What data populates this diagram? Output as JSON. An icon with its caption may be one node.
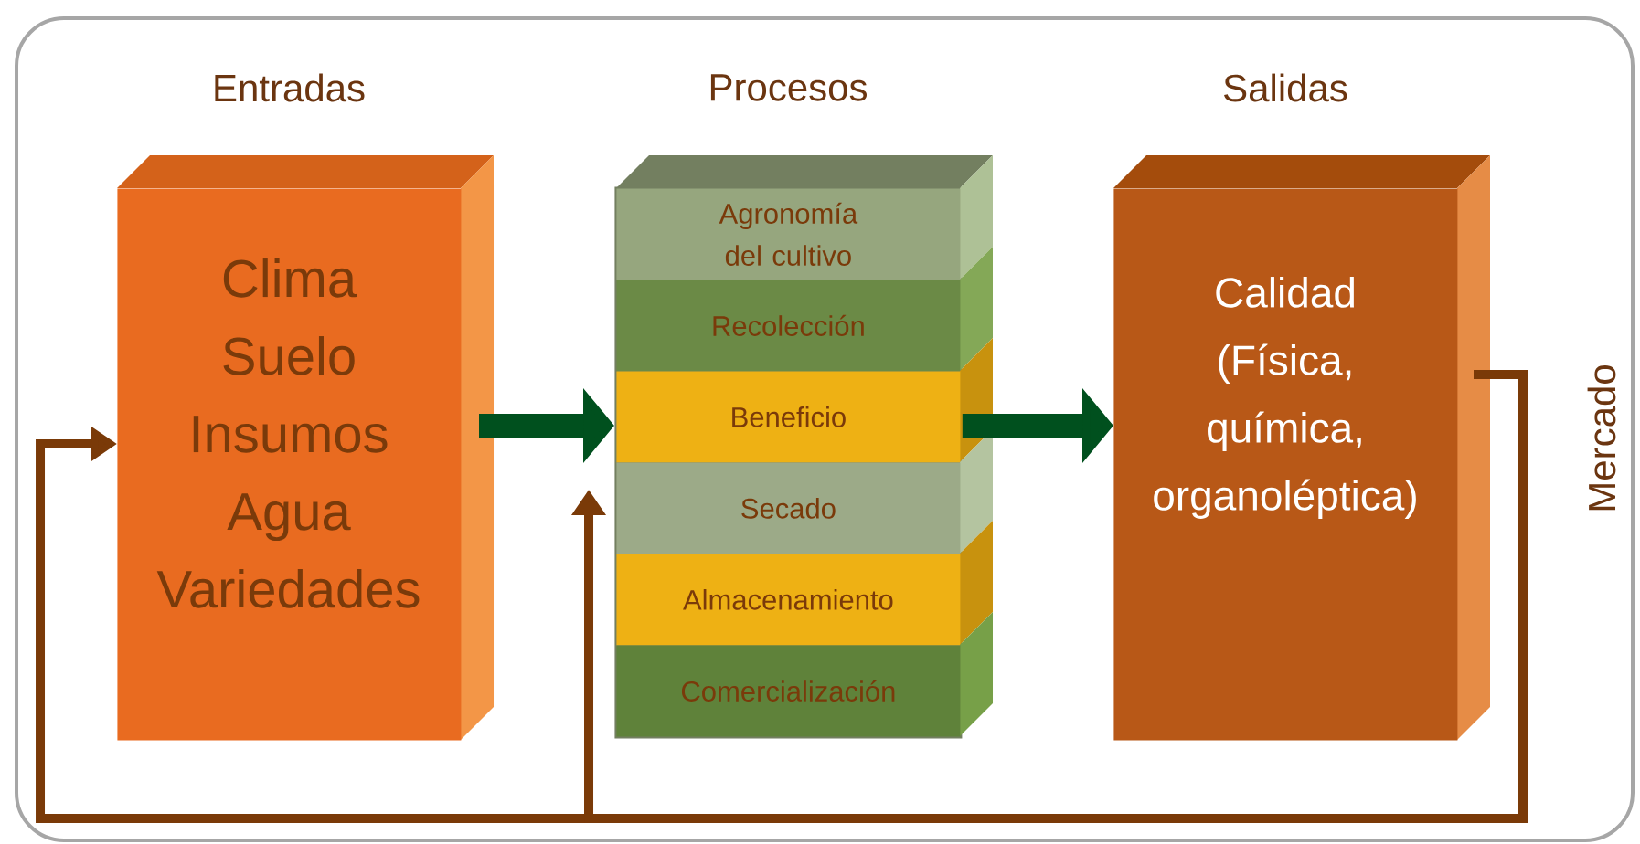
{
  "diagram": {
    "nodes": [
      {
        "text": [
          "Entradas",
          "Clima",
          "Suelo",
          "Insumos",
          "Agua",
          "Variedades"
        ]
      },
      {
        "text": [
          "Procesos"
        ]
      },
      {
        "text": [
          "Agronomía del cultivo"
        ],
        "in": 1
      },
      {
        "text": [
          "Recolección"
        ],
        "in": 1
      },
      {
        "text": [
          "Beneficio"
        ],
        "in": 1
      },
      {
        "text": [
          "Secado"
        ],
        "in": 1
      },
      {
        "text": [
          "Almacenamiento"
        ],
        "in": 1
      },
      {
        "text": [
          "Comercialización"
        ],
        "in": 1
      },
      {
        "text": [
          "Salidas",
          "Calidad (Física, química, organoléptica)"
        ]
      }
    ],
    "edges": [
      {
        "from": 0,
        "to": 1,
        "arrow": "to",
        "style": "thick",
        "color": "#00501e"
      },
      {
        "from": 1,
        "to": 8,
        "arrow": "to",
        "style": "thick",
        "color": "#00501e"
      },
      {
        "from": 8,
        "to": 0,
        "arrow": "to",
        "color": "#7a3a08"
      },
      {
        "from": 8,
        "to": 1,
        "arrow": "to",
        "color": "#7a3a08"
      }
    ],
    "labels": [
      "Mercado"
    ]
  }
}
